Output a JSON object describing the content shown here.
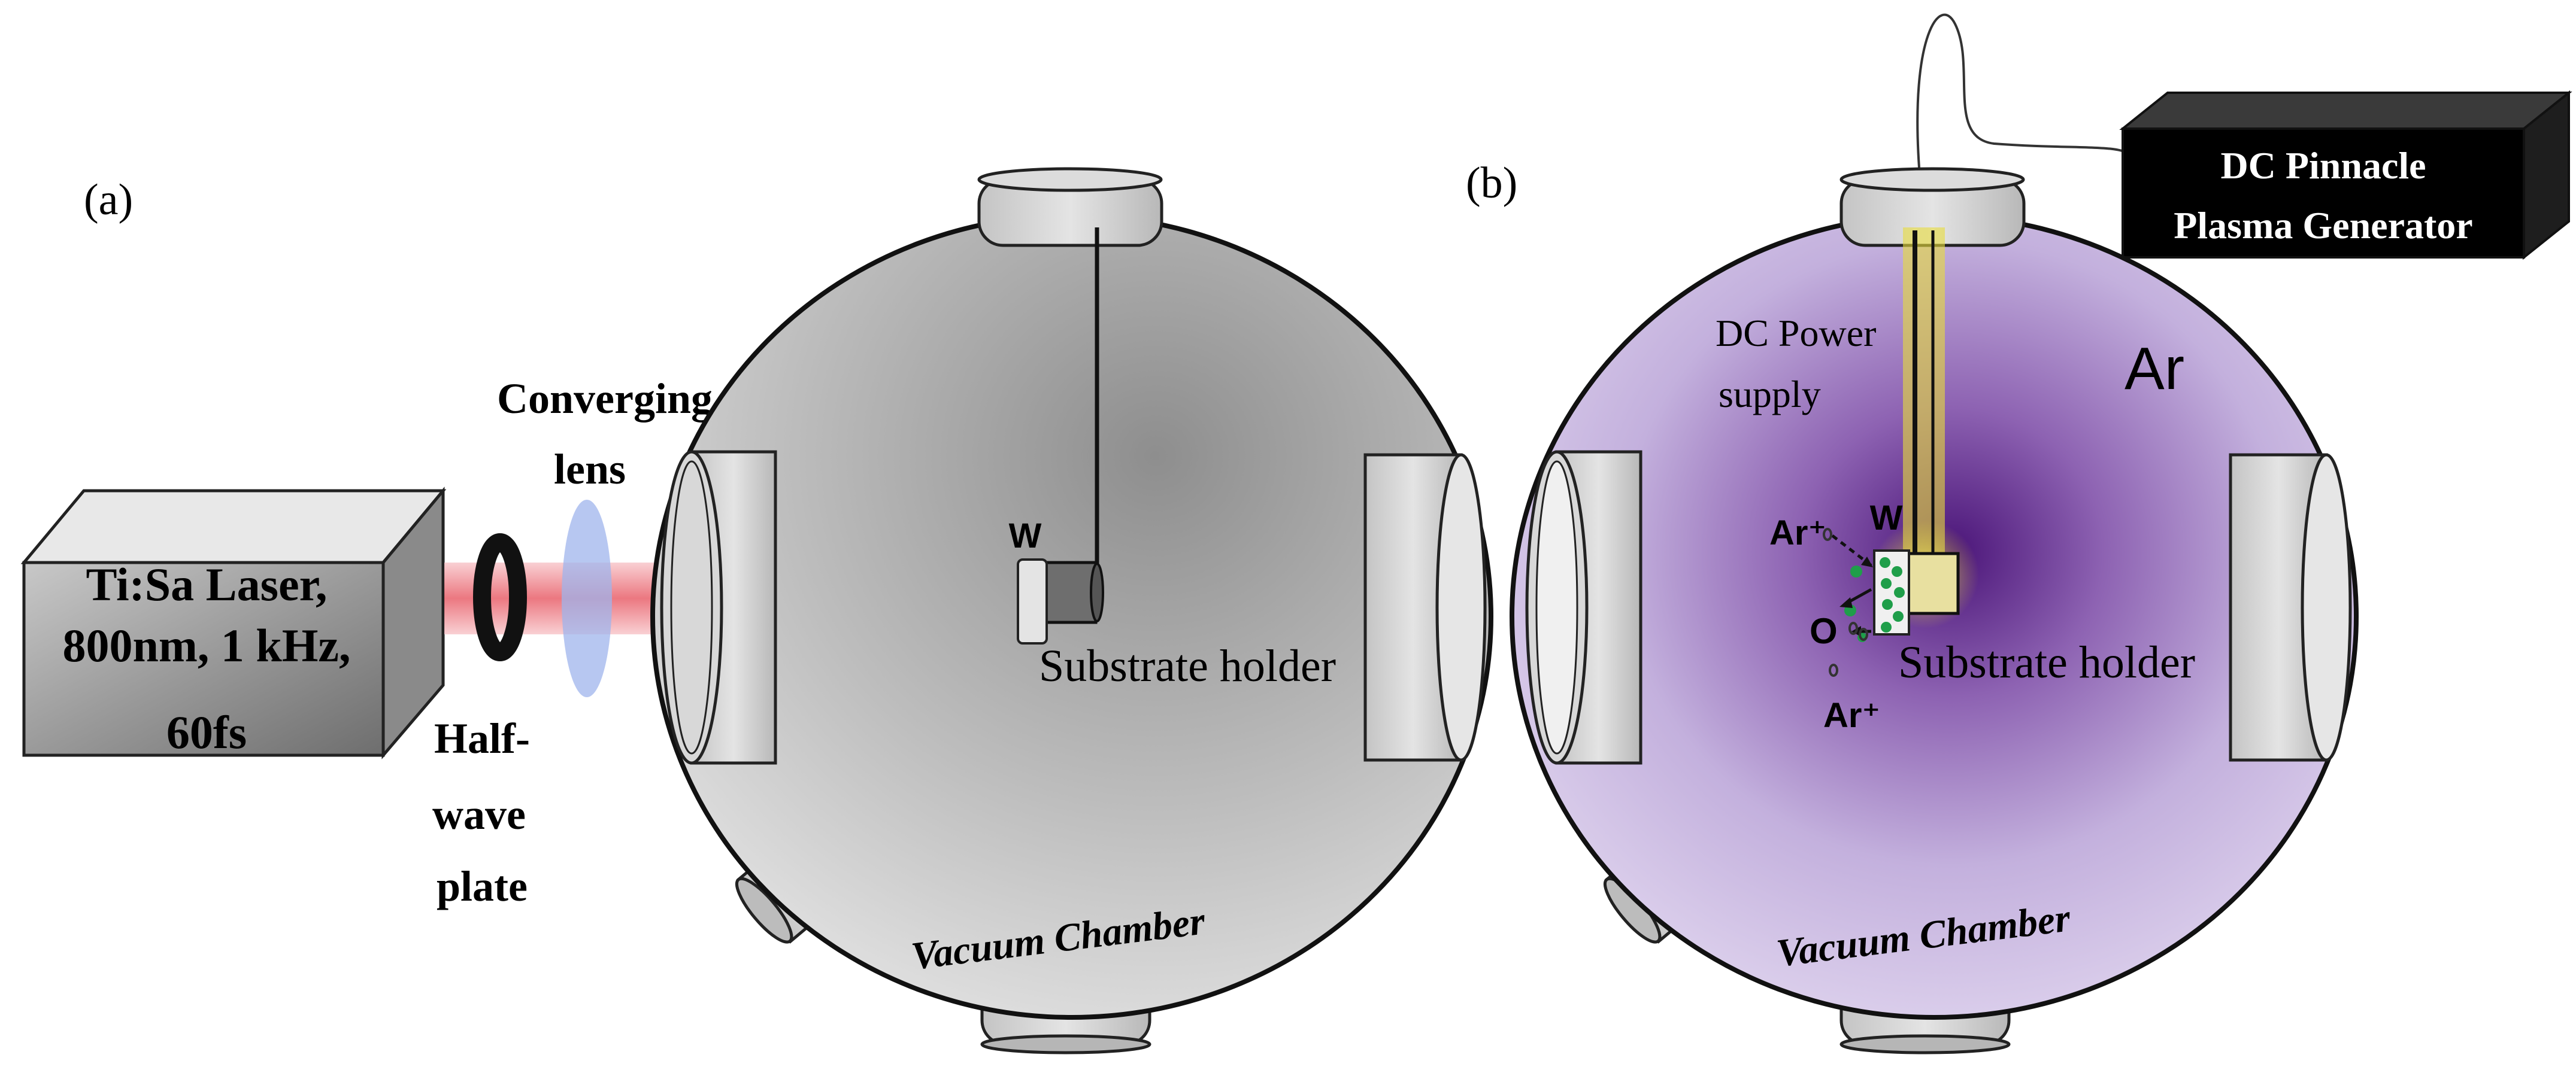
{
  "panel_a": {
    "label": "(a)",
    "laser": {
      "line1": "Ti:Sa Laser,",
      "line2": "800nm, 1 kHz,",
      "line3": "60fs"
    },
    "lens": {
      "line1": "Converging",
      "line2": "lens"
    },
    "waveplate": {
      "line1": "Half-",
      "line2": "wave",
      "line3": "plate"
    },
    "target": "W",
    "substrate": "Substrate holder",
    "chamber": "Vacuum Chamber"
  },
  "panel_b": {
    "label": "(b)",
    "generator": {
      "line1": "DC Pinnacle",
      "line2": "Plasma Generator"
    },
    "power": {
      "line1": "DC Power",
      "line2": "supply"
    },
    "gas": "Ar",
    "target": "W",
    "ion_top": "Ar⁺",
    "oxygen": "O",
    "ion_bottom": "Ar⁺",
    "substrate": "Substrate holder",
    "chamber": "Vacuum Chamber"
  },
  "colors": {
    "chamber_grey": "#bdbdbd",
    "plasma_purple": "#5b1f8a",
    "beam_red": "#e8606a",
    "lens_blue": "#9fb4ec",
    "glow_yellow": "#e8dc3a",
    "particle_green": "#1f9e4a"
  }
}
